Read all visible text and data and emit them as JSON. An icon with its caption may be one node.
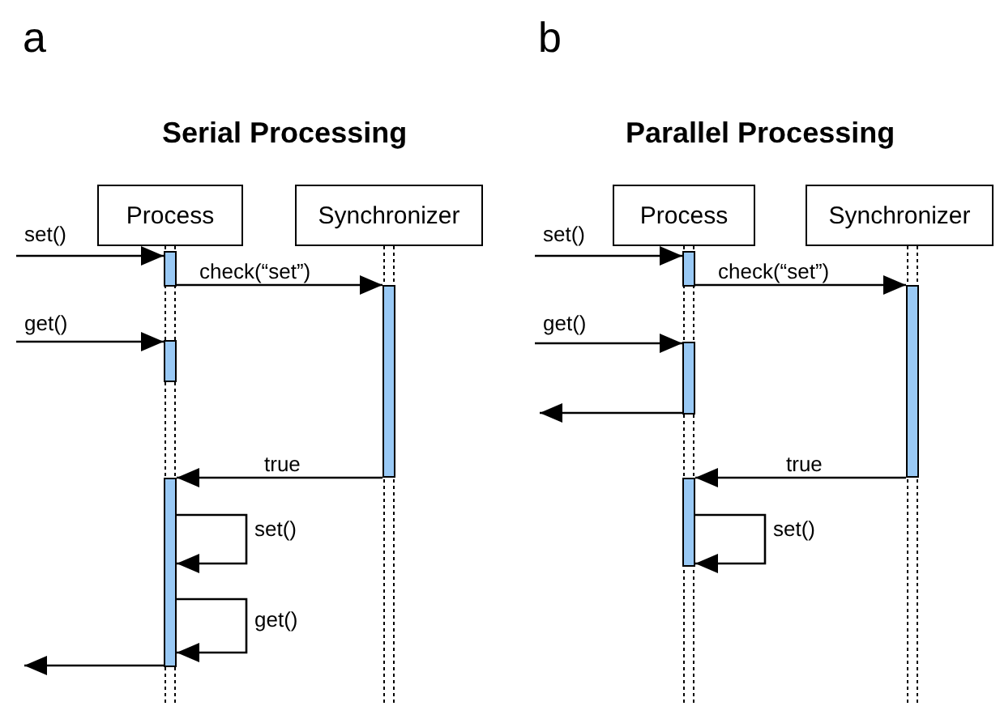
{
  "diagram": {
    "nodes": [
      {
        "text": [
          "Process"
        ]
      },
      {
        "text": [
          "Synchronizer"
        ]
      },
      {
        "text": [],
        "shape": "bar"
      },
      {
        "text": [],
        "shape": "bar"
      },
      {
        "text": [],
        "shape": "bar"
      },
      {
        "text": [],
        "shape": "bar"
      },
      {
        "text": [
          "Process"
        ]
      },
      {
        "text": [
          "Synchronizer"
        ]
      },
      {
        "text": [],
        "shape": "bar"
      },
      {
        "text": [],
        "shape": "bar"
      },
      {
        "text": [],
        "shape": "bar"
      },
      {
        "text": [],
        "shape": "bar"
      }
    ],
    "edges": [
      {
        "from": null,
        "to": 2,
        "arrow": "to",
        "label": "set()"
      },
      {
        "from": 2,
        "to": 3,
        "arrow": "to",
        "label": "check(“set”)"
      },
      {
        "from": null,
        "to": 4,
        "arrow": "to",
        "label": "get()"
      },
      {
        "from": 3,
        "to": 5,
        "arrow": "to",
        "label": "true"
      },
      {
        "from": 5,
        "to": 5,
        "arrow": "to",
        "label": "set()"
      },
      {
        "from": 5,
        "to": 5,
        "arrow": "to",
        "label": "get()"
      },
      {
        "from": 5,
        "to": null,
        "arrow": "to"
      },
      {
        "from": null,
        "to": 8,
        "arrow": "to",
        "label": "set()"
      },
      {
        "from": 8,
        "to": 9,
        "arrow": "to",
        "label": "check(“set”)"
      },
      {
        "from": null,
        "to": 10,
        "arrow": "to",
        "label": "get()"
      },
      {
        "from": 10,
        "to": null,
        "arrow": "to"
      },
      {
        "from": 9,
        "to": 11,
        "arrow": "to",
        "label": "true"
      },
      {
        "from": 11,
        "to": 11,
        "arrow": "to",
        "label": "set()"
      }
    ],
    "labels": [
      "a",
      "Serial Processing",
      "b",
      "Parallel Processing"
    ]
  }
}
